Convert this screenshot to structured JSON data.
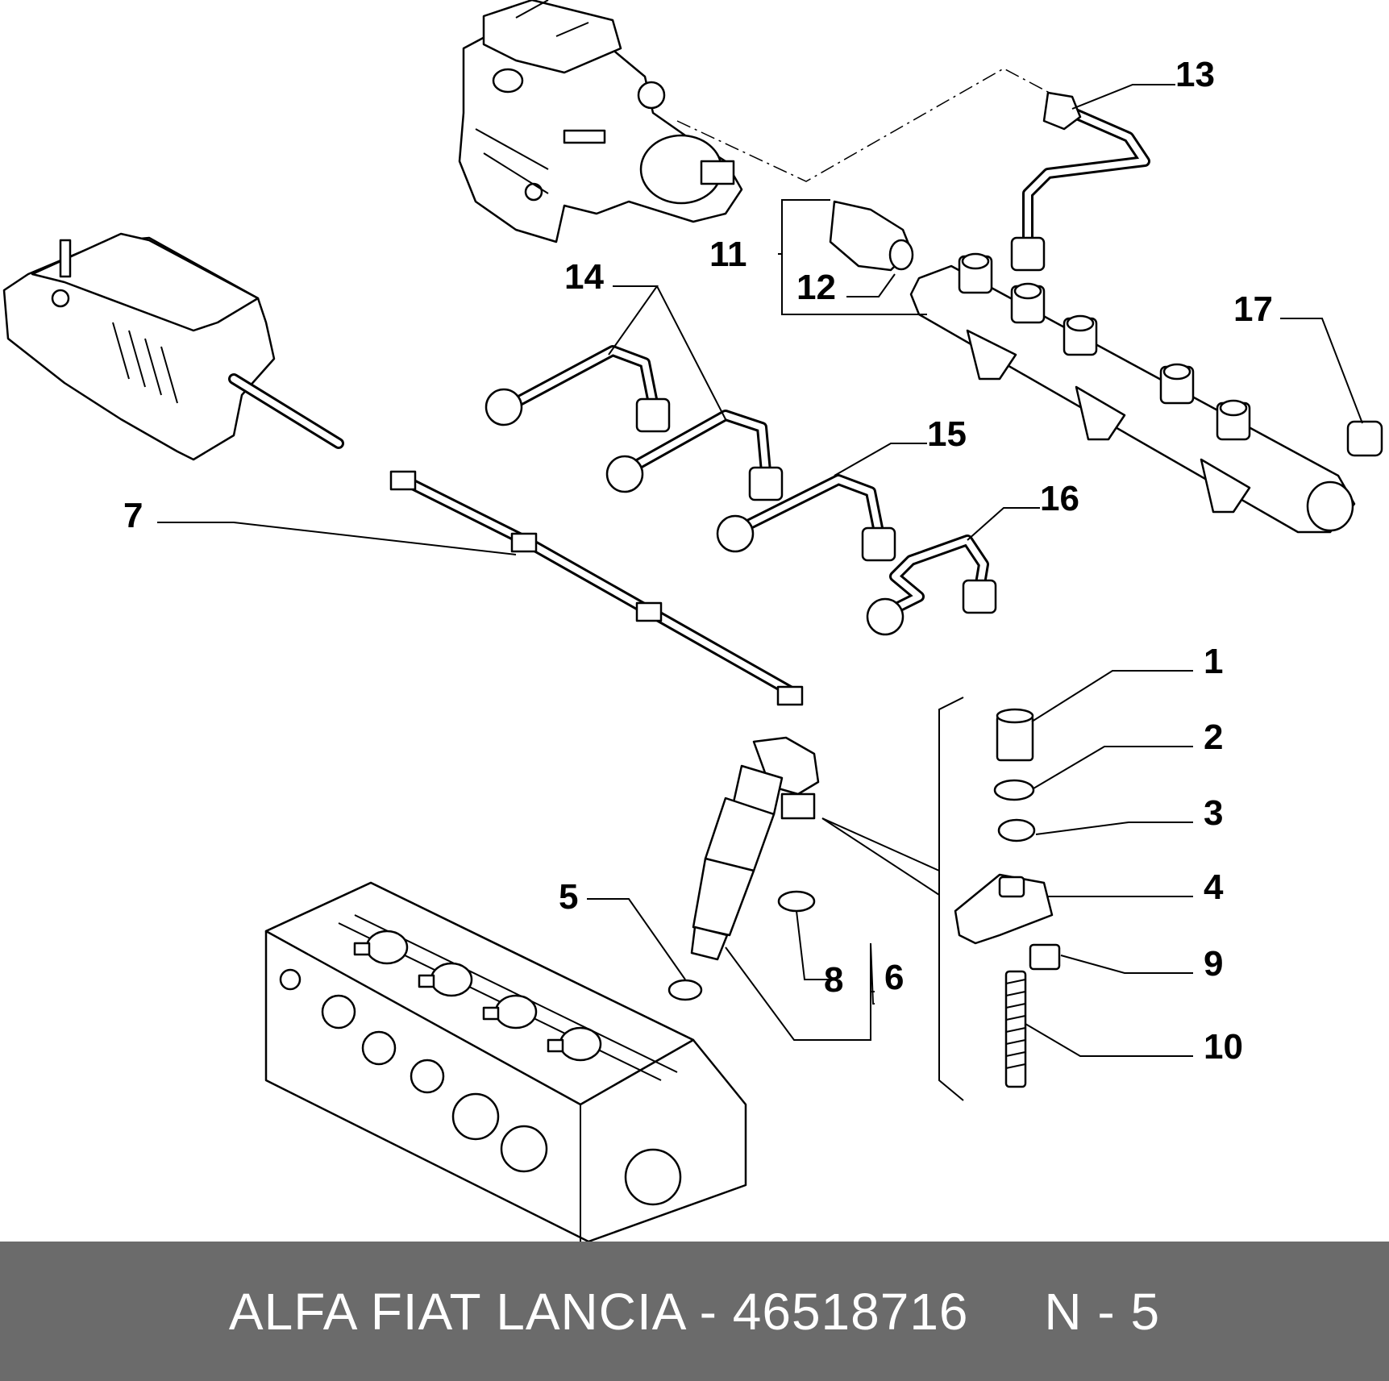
{
  "diagram": {
    "callouts": [
      "1",
      "2",
      "3",
      "4",
      "5",
      "6",
      "7",
      "8",
      "9",
      "10",
      "11",
      "12",
      "13",
      "14",
      "15",
      "16",
      "17"
    ]
  },
  "footer": {
    "brand": "ALFA FIAT LANCIA",
    "separator": " - ",
    "part_number": "46518716",
    "gap": "     ",
    "note": "N - 5"
  }
}
